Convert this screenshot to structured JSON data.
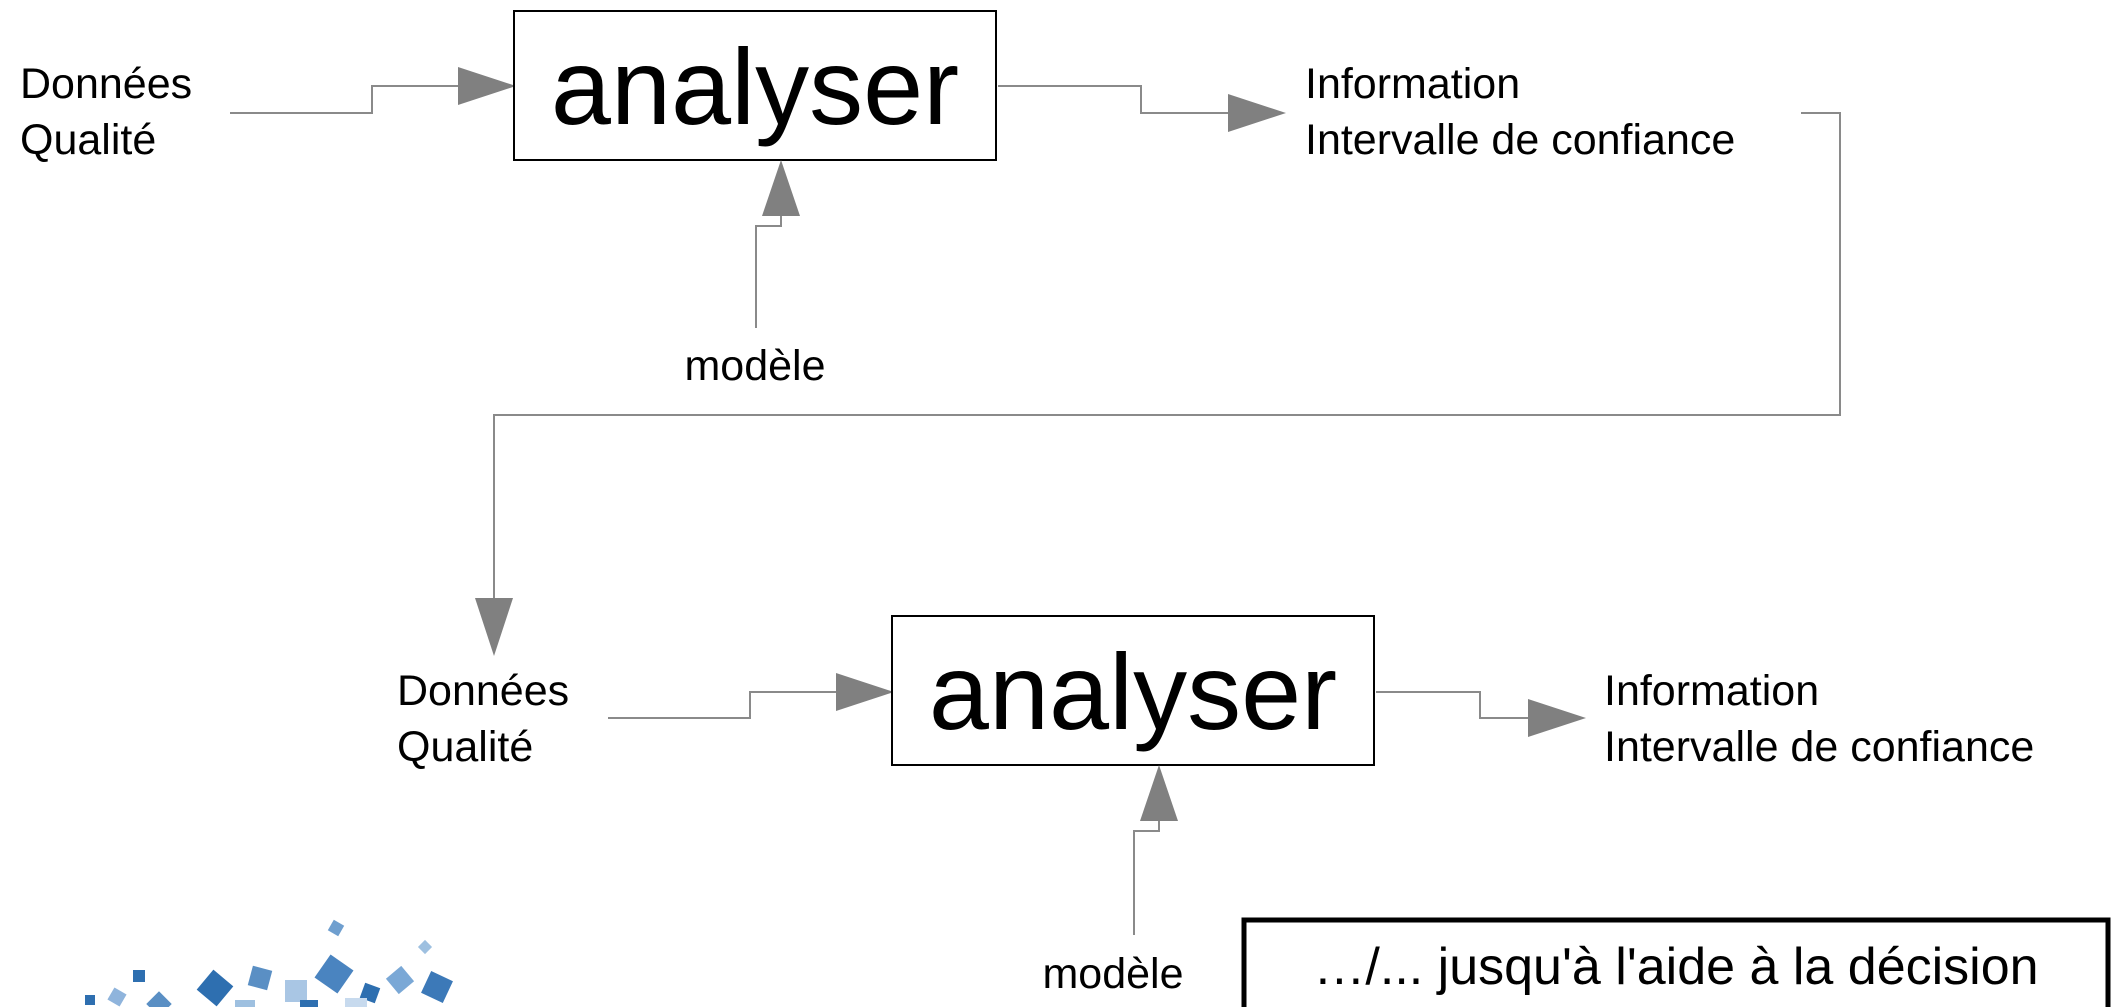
{
  "stage1": {
    "input_line1": "Données",
    "input_line2": "Qualité",
    "process_label": "analyser",
    "model_label": "modèle",
    "output_line1": "Information",
    "output_line2": "Intervalle de confiance"
  },
  "stage2": {
    "input_line1": "Données",
    "input_line2": "Qualité",
    "process_label": "analyser",
    "model_label": "modèle",
    "output_line1": "Information",
    "output_line2": "Intervalle de confiance"
  },
  "continuation_label": "…/... jusqu'à l'aide à la décision",
  "colors": {
    "connector": "#8a8a8a",
    "arrowhead": "#808080",
    "box_border": "#000000",
    "logo_blue": "#2e6fb0"
  },
  "logo": {
    "icon": "scattered-squares-logo-icon"
  }
}
